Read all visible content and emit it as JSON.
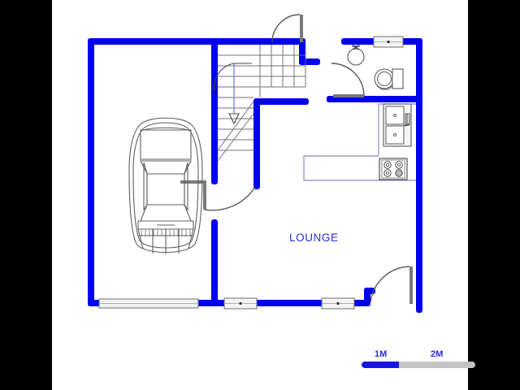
{
  "document": {
    "type": "architectural-floor-plan",
    "view": "ground-floor",
    "background_color": "#ffffff",
    "letterbox_color": "#000000",
    "wall_color": "#0000ee",
    "fixture_color": "#555555",
    "label_color": "#2b2bd6"
  },
  "rooms": [
    {
      "name": "lounge",
      "label": "LOUNGE"
    }
  ],
  "scale": {
    "unit_1_label": "1M",
    "unit_2_label": "2M",
    "filled_color": "#1616e0",
    "track_color": "#c4c4c4"
  },
  "fixtures": [
    {
      "name": "car",
      "label": "car"
    },
    {
      "name": "staircase",
      "label": "staircase"
    },
    {
      "name": "stair-direction-arrow",
      "label": "down"
    },
    {
      "name": "toilet",
      "label": "toilet"
    },
    {
      "name": "wash-basin",
      "label": "wash basin"
    },
    {
      "name": "kitchen-sink",
      "label": "kitchen sink"
    },
    {
      "name": "stove-hob",
      "label": "stove"
    },
    {
      "name": "kitchen-counter",
      "label": "counter"
    }
  ],
  "openings": [
    {
      "name": "garage-door",
      "label": "garage door"
    },
    {
      "name": "window-bottom-left",
      "label": "window"
    },
    {
      "name": "window-bottom-right",
      "label": "window"
    },
    {
      "name": "window-bathroom",
      "label": "window"
    },
    {
      "name": "door-entry-top",
      "label": "door"
    },
    {
      "name": "door-bathroom",
      "label": "door"
    },
    {
      "name": "door-garage-interior",
      "label": "door"
    },
    {
      "name": "door-lounge-right",
      "label": "door"
    }
  ]
}
